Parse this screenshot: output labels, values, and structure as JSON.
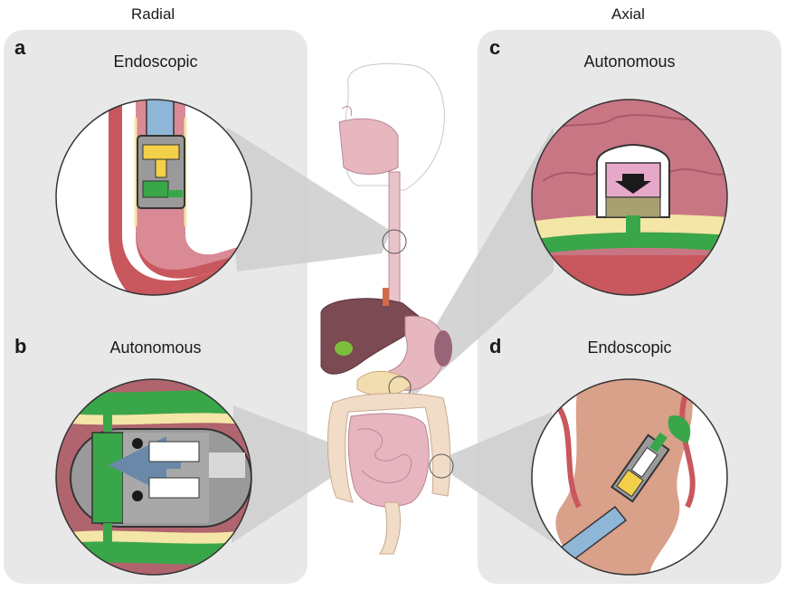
{
  "columns": {
    "left_title": "Radial",
    "right_title": "Axial"
  },
  "panels": {
    "a": {
      "letter": "a",
      "label": "Endoscopic"
    },
    "b": {
      "letter": "b",
      "label": "Autonomous"
    },
    "c": {
      "letter": "c",
      "label": "Autonomous"
    },
    "d": {
      "letter": "d",
      "label": "Endoscopic"
    }
  },
  "colors": {
    "panel_bg": "#e8e8e8",
    "tissue_outer": "#c9575e",
    "tissue_inner": "#d98a95",
    "fat_layer": "#f3e6a6",
    "device_grey": "#9a9a9a",
    "device_green": "#3aa64a",
    "device_yellow": "#f2d04a",
    "probe_blue": "#8fb6d6"
  }
}
